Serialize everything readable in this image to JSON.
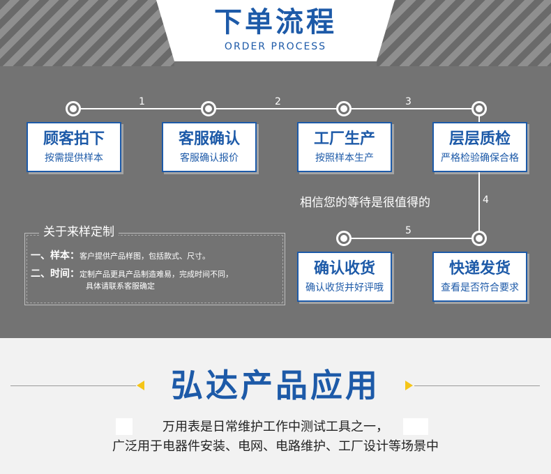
{
  "header": {
    "title": "下单流程",
    "subtitle": "ORDER PROCESS"
  },
  "steps": [
    {
      "num": "1",
      "title": "顾客拍下",
      "desc": "按需提供样本"
    },
    {
      "num": "2",
      "title": "客服确认",
      "desc": "客服确认报价"
    },
    {
      "num": "3",
      "title": "工厂生产",
      "desc": "按照样本生产"
    },
    {
      "num": "4",
      "title": "层层质检",
      "desc": "严格检验确保合格"
    },
    {
      "num": "5",
      "title": "快递发货",
      "desc": "查看是否符合要求"
    },
    {
      "title": "确认收货",
      "desc": "确认收货并好评哦"
    }
  ],
  "wait_text": "相信您的等待是很值得的",
  "custom": {
    "title": "关于来样定制",
    "sample_key": "一、样本：",
    "sample_value": "客户提供产品样图，包括款式、尺寸。",
    "time_key": "二、时间：",
    "time_value_line1": "定制产品更具产品制造难易，完成时间不同，",
    "time_value_line2": "具体请联系客服确定"
  },
  "application": {
    "title": "弘达产品应用",
    "line1": "万用表是日常维护工作中测试工具之一，",
    "line2": "广泛用于电器件安装、电网、电路维护、工厂设计等场景中"
  },
  "colors": {
    "accent": "#1d5aa8",
    "panel": "#737373",
    "marker": "#f5c518"
  }
}
